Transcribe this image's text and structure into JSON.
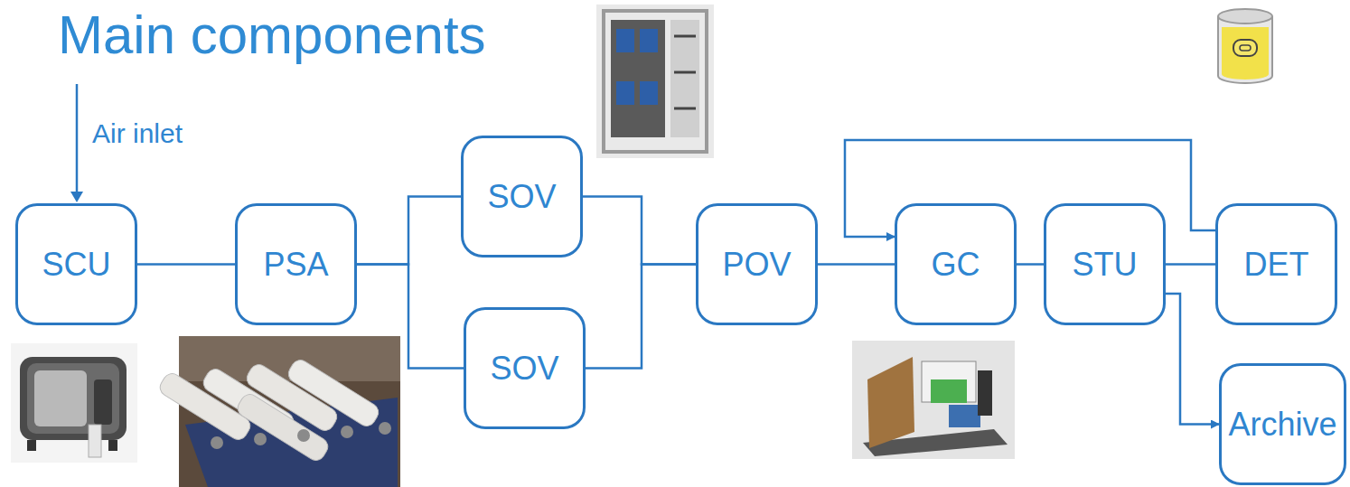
{
  "diagram": {
    "title": "Main components",
    "nodes": [
      {
        "text": [
          "SCU"
        ]
      },
      {
        "text": [
          "PSA"
        ]
      },
      {
        "text": [
          "SOV"
        ]
      },
      {
        "text": [
          "SOV"
        ]
      },
      {
        "text": [
          "POV"
        ]
      },
      {
        "text": [
          "GC"
        ]
      },
      {
        "text": [
          "STU"
        ]
      },
      {
        "text": [
          "DET"
        ]
      },
      {
        "text": [
          "Archive"
        ]
      }
    ],
    "edges": [
      {
        "from": 0,
        "to": 1,
        "arrow": "none"
      },
      {
        "from": 1,
        "to": 2,
        "arrow": "none"
      },
      {
        "from": 1,
        "to": 3,
        "arrow": "none"
      },
      {
        "from": 2,
        "to": 4,
        "arrow": "none"
      },
      {
        "from": 3,
        "to": 4,
        "arrow": "none"
      },
      {
        "from": 4,
        "to": 5,
        "arrow": "none"
      },
      {
        "from": 5,
        "to": 6,
        "arrow": "none"
      },
      {
        "from": 6,
        "to": 7,
        "arrow": "none"
      },
      {
        "from": 7,
        "to": 5,
        "arrow": "to"
      },
      {
        "from": 6,
        "to": 8,
        "arrow": "to"
      }
    ],
    "labels": [
      "Air inlet"
    ]
  }
}
